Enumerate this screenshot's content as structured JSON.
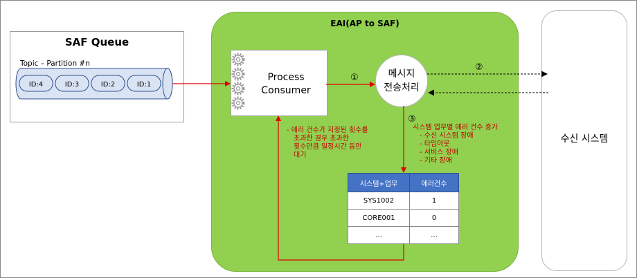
{
  "queue": {
    "title": "SAF Queue",
    "topic_label": "Topic – Partition #n",
    "ids": [
      "ID:4",
      "ID:3",
      "ID:2",
      "ID:1"
    ]
  },
  "eai": {
    "title": "EAI(AP to SAF)",
    "consumer_line1": "Process",
    "consumer_line2": "Consumer",
    "msg_line1": "메시지",
    "msg_line2": "전송처리"
  },
  "receiver": {
    "label": "수신 시스템"
  },
  "steps": {
    "s1": "①",
    "s2": "②",
    "s3": "③"
  },
  "retry_note": {
    "line1": "- 에러 건수가 지정된 횟수를",
    "line2": "초과한 경우 초과한",
    "line3": "횟수만큼 일정시간 동안",
    "line4": "대기"
  },
  "error_note": {
    "title": "시스템 업무별 에러 건수 증가",
    "items": [
      "- 수신 시스템 장애",
      "- 타임아웃",
      "- 서비스 장애",
      "- 기타 장애"
    ]
  },
  "error_table": {
    "headers": [
      "시스템+업무",
      "에러건수"
    ],
    "rows": [
      [
        "SYS1002",
        "1"
      ],
      [
        "CORE001",
        "0"
      ],
      [
        "...",
        "..."
      ]
    ]
  },
  "colors": {
    "eai_green": "#92d050",
    "arrow_red": "#e00000",
    "table_header": "#4472c4",
    "note_red": "#c00000"
  }
}
